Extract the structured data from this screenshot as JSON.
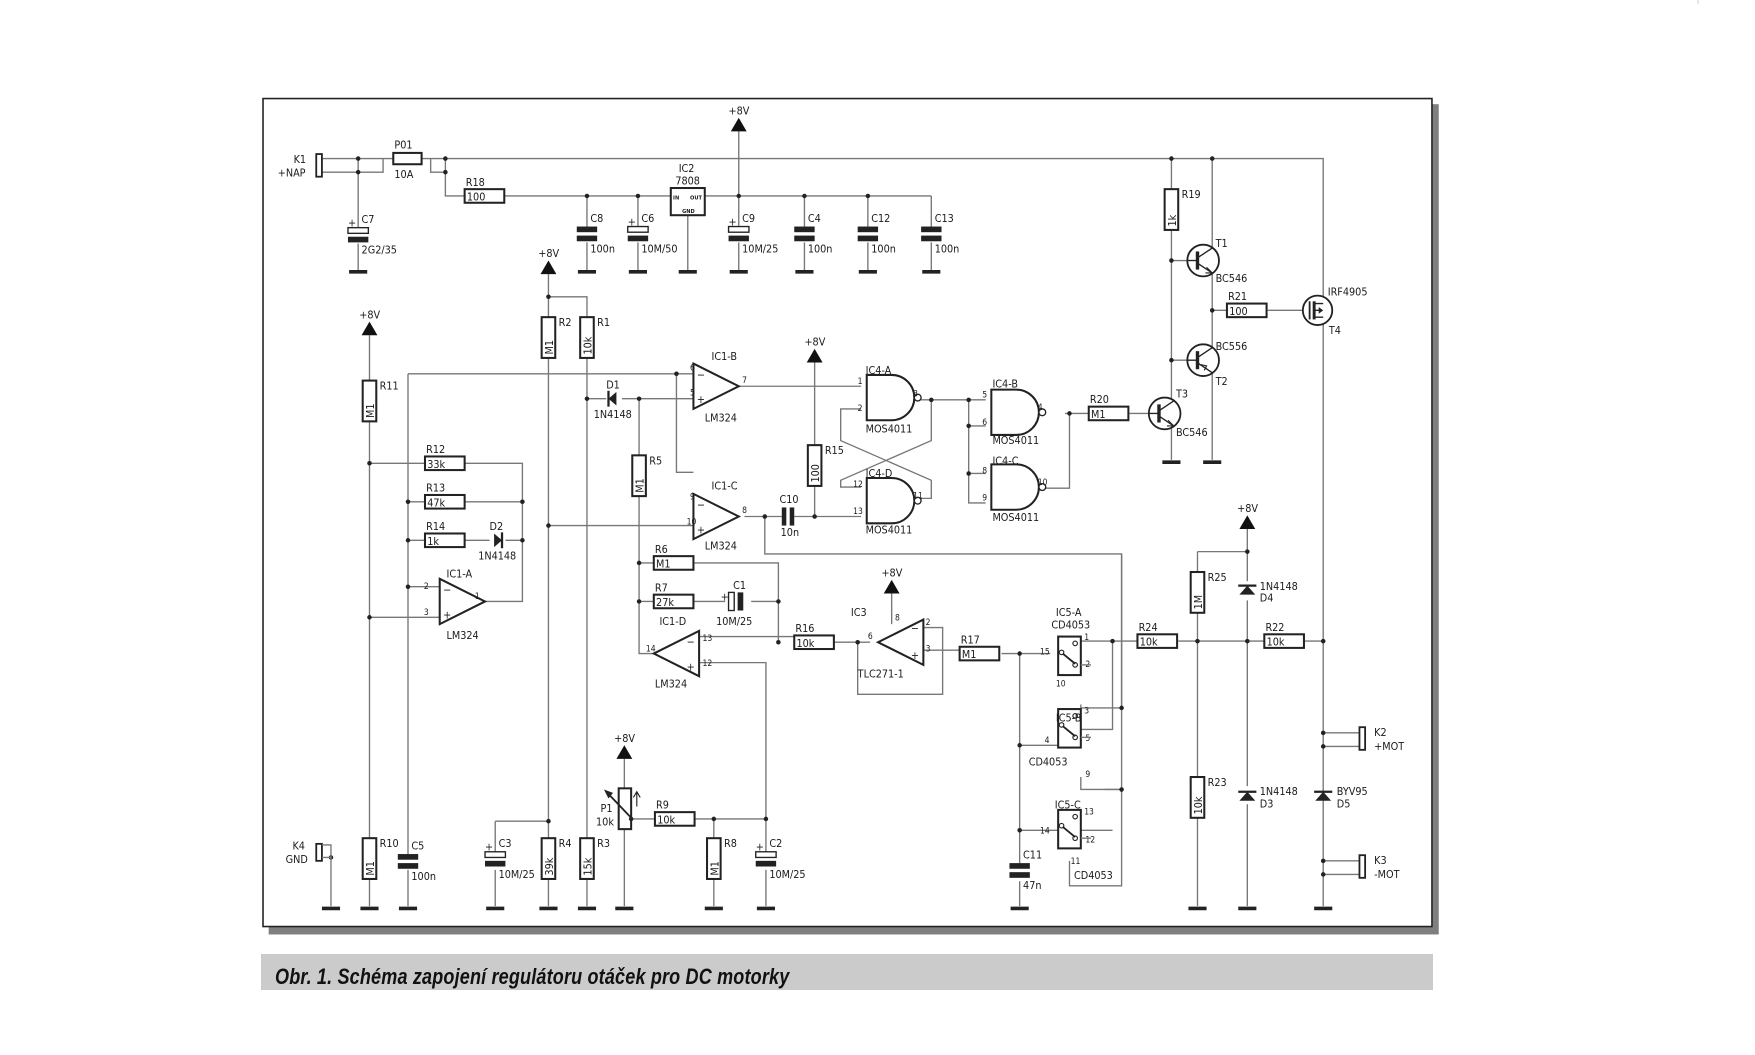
{
  "figure": {
    "caption": "Obr. 1. Schéma zapojení regulátoru otáček pro DC motorky",
    "supply_label": "+8V"
  },
  "connectors": {
    "K1": {
      "ref": "K1",
      "name": "+NAP"
    },
    "K2": {
      "ref": "K2",
      "name": "+MOT"
    },
    "K3": {
      "ref": "K3",
      "name": "-MOT"
    },
    "K4": {
      "ref": "K4",
      "name": "GND"
    }
  },
  "fuse": {
    "ref": "P01",
    "value": "10A"
  },
  "resistors": {
    "R1": {
      "ref": "R1",
      "value": "10k"
    },
    "R2": {
      "ref": "R2",
      "value": "M1"
    },
    "R3": {
      "ref": "R3",
      "value": "15k"
    },
    "R4": {
      "ref": "R4",
      "value": "39k"
    },
    "R5": {
      "ref": "R5",
      "value": "M1"
    },
    "R6": {
      "ref": "R6",
      "value": "M1"
    },
    "R7": {
      "ref": "R7",
      "value": "27k"
    },
    "R8": {
      "ref": "R8",
      "value": "M1"
    },
    "R9": {
      "ref": "R9",
      "value": "10k"
    },
    "R10": {
      "ref": "R10",
      "value": "M1"
    },
    "R11": {
      "ref": "R11",
      "value": "M1"
    },
    "R12": {
      "ref": "R12",
      "value": "33k"
    },
    "R13": {
      "ref": "R13",
      "value": "47k"
    },
    "R14": {
      "ref": "R14",
      "value": "1k"
    },
    "R15": {
      "ref": "R15",
      "value": "100"
    },
    "R16": {
      "ref": "R16",
      "value": "10k"
    },
    "R17": {
      "ref": "R17",
      "value": "M1"
    },
    "R18": {
      "ref": "R18",
      "value": "100"
    },
    "R19": {
      "ref": "R19",
      "value": "1k"
    },
    "R20": {
      "ref": "R20",
      "value": "M1"
    },
    "R21": {
      "ref": "R21",
      "value": "100"
    },
    "R22": {
      "ref": "R22",
      "value": "10k"
    },
    "R23": {
      "ref": "R23",
      "value": "10k"
    },
    "R24": {
      "ref": "R24",
      "value": "10k"
    },
    "R25": {
      "ref": "R25",
      "value": "1M"
    }
  },
  "potentiometer": {
    "ref": "P1",
    "value": "10k"
  },
  "capacitors": {
    "C1": {
      "ref": "C1",
      "value": "10M/25"
    },
    "C2": {
      "ref": "C2",
      "value": "10M/25"
    },
    "C3": {
      "ref": "C3",
      "value": "10M/25"
    },
    "C4": {
      "ref": "C4",
      "value": "100n"
    },
    "C5": {
      "ref": "C5",
      "value": "100n"
    },
    "C6": {
      "ref": "C6",
      "value": "10M/50"
    },
    "C7": {
      "ref": "C7",
      "value": "2G2/35"
    },
    "C8": {
      "ref": "C8",
      "value": "100n"
    },
    "C9": {
      "ref": "C9",
      "value": "10M/25"
    },
    "C10": {
      "ref": "C10",
      "value": "10n"
    },
    "C11": {
      "ref": "C11",
      "value": "47n"
    },
    "C12": {
      "ref": "C12",
      "value": "100n"
    },
    "C13": {
      "ref": "C13",
      "value": "100n"
    }
  },
  "diodes": {
    "D1": {
      "ref": "D1",
      "value": "1N4148"
    },
    "D2": {
      "ref": "D2",
      "value": "1N4148"
    },
    "D3": {
      "ref": "D3",
      "value": "1N4148"
    },
    "D4": {
      "ref": "D4",
      "value": "1N4148"
    },
    "D5": {
      "ref": "D5",
      "value": "BYV95"
    }
  },
  "transistors": {
    "T1": {
      "ref": "T1",
      "value": "BC546"
    },
    "T2": {
      "ref": "T2",
      "value": "BC556"
    },
    "T3": {
      "ref": "T3",
      "value": "BC546"
    },
    "T4": {
      "ref": "T4",
      "value": "IRF4905"
    }
  },
  "ics": {
    "IC1A": {
      "ref": "IC1-A",
      "value": "LM324",
      "pins": [
        "2",
        "3",
        "1"
      ]
    },
    "IC1B": {
      "ref": "IC1-B",
      "value": "LM324",
      "pins": [
        "6",
        "5",
        "7"
      ]
    },
    "IC1C": {
      "ref": "IC1-C",
      "value": "LM324",
      "pins": [
        "9",
        "10",
        "8"
      ]
    },
    "IC1D": {
      "ref": "IC1-D",
      "value": "LM324",
      "pins": [
        "13",
        "12",
        "14"
      ]
    },
    "IC2": {
      "ref": "IC2",
      "value": "7808",
      "pin_in": "IN",
      "pin_out": "OUT",
      "pin_gnd": "GND"
    },
    "IC3": {
      "ref": "IC3",
      "value": "TLC271-1",
      "pins": [
        "2",
        "3",
        "6",
        "8"
      ]
    },
    "IC4A": {
      "ref": "IC4-A",
      "value": "MOS4011",
      "pins": [
        "1",
        "2",
        "3"
      ]
    },
    "IC4B": {
      "ref": "IC4-B",
      "value": "MOS4011",
      "pins": [
        "5",
        "6",
        "4"
      ]
    },
    "IC4C": {
      "ref": "IC4-C",
      "value": "MOS4011",
      "pins": [
        "8",
        "9",
        "10"
      ]
    },
    "IC4D": {
      "ref": "IC4-D",
      "value": "MOS4011",
      "pins": [
        "12",
        "13",
        "11"
      ]
    },
    "IC5A": {
      "ref": "IC5-A",
      "value": "CD4053",
      "pins": [
        "15",
        "1",
        "2",
        "10"
      ]
    },
    "IC5B": {
      "ref": "IC5-B",
      "value": "CD4053",
      "pins": [
        "4",
        "3",
        "5",
        "9"
      ]
    },
    "IC5C": {
      "ref": "IC5-C",
      "value": "CD4053",
      "pins": [
        "14",
        "13",
        "12",
        "11"
      ]
    }
  }
}
